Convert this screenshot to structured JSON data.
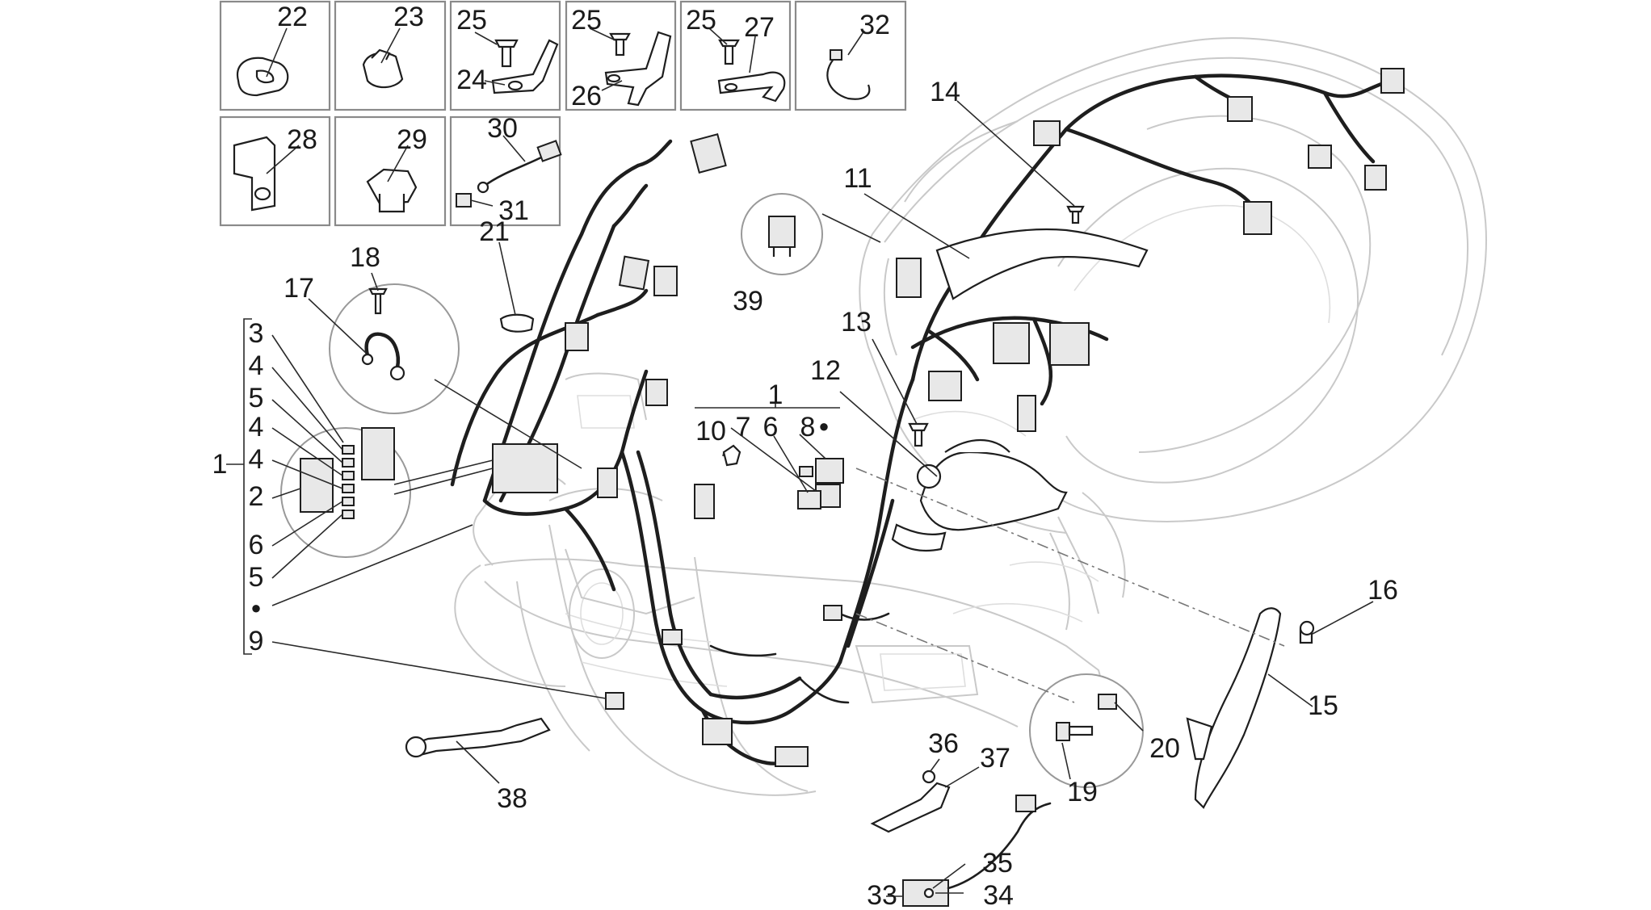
{
  "diagram": {
    "callouts": [
      "22",
      "23",
      "25",
      "24",
      "25",
      "26",
      "25",
      "27",
      "32",
      "28",
      "29",
      "30",
      "31",
      "18",
      "17",
      "21",
      "39",
      "11",
      "14",
      "13",
      "12",
      "1",
      "10",
      "7",
      "6",
      "8",
      "3",
      "4",
      "5",
      "4",
      "4",
      "2",
      "6",
      "5",
      "1",
      "9",
      "16",
      "15",
      "20",
      "19",
      "36",
      "37",
      "38",
      "35",
      "33",
      "34"
    ],
    "bullet_symbol": "●",
    "legend_bullet_symbol": "●"
  }
}
